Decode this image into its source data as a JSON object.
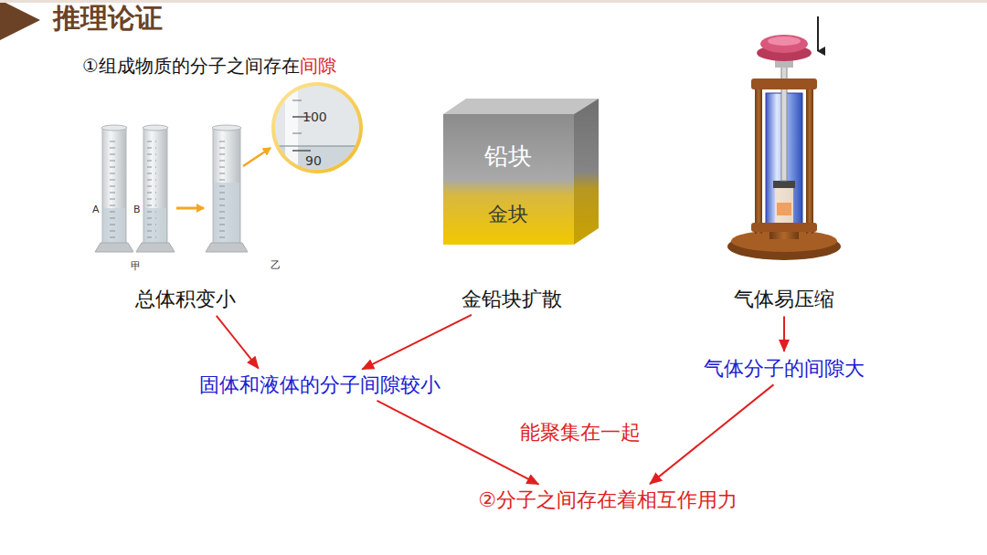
{
  "diagram": {
    "title": "推理论证",
    "nodes": [
      {
        "text": [
          "总体积变小"
        ]
      },
      {
        "text": [
          "金铅块扩散"
        ]
      },
      {
        "text": [
          "气体易压缩"
        ]
      },
      {
        "text": [
          "固体和液体的分子间隙较小"
        ]
      },
      {
        "text": [
          "气体分子的间隙大"
        ]
      },
      {
        "text": [
          "②分子之间存在着相互作用力"
        ]
      }
    ],
    "edges": [
      {
        "from": 0,
        "to": 3,
        "arrow": "to"
      },
      {
        "from": 1,
        "to": 3,
        "arrow": "to"
      },
      {
        "from": 2,
        "to": 4,
        "arrow": "to"
      },
      {
        "from": 3,
        "to": 5,
        "label": "能聚集在一起",
        "arrow": "to"
      },
      {
        "from": 4,
        "to": 5,
        "arrow": "to"
      }
    ],
    "labels": [
      "①组成物质的分子之间存在",
      "间隙",
      "100",
      "90",
      "A",
      "B",
      "甲",
      "乙",
      "铅块",
      "金块"
    ]
  }
}
